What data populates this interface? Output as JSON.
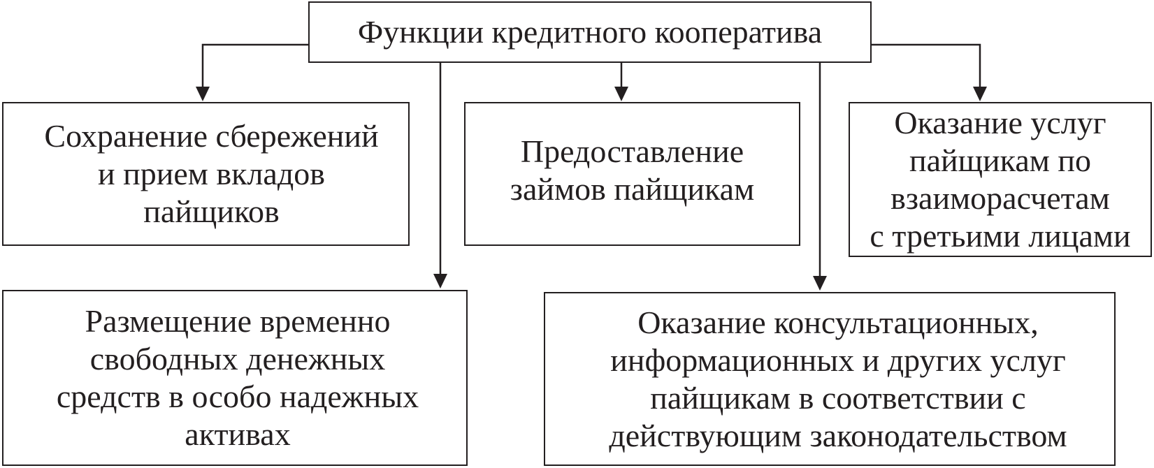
{
  "diagram": {
    "title": "Функции кредитного кооператива",
    "nodes": [
      {
        "id": "savings",
        "label": "Сохранение сбережений\nи прием вкладов\nпайщиков"
      },
      {
        "id": "loans",
        "label": "Предоставление\nзаймов пайщикам"
      },
      {
        "id": "settle",
        "label": "Оказание услуг\nпайщикам по\nвзаиморасчетам\nс третьими лицами"
      },
      {
        "id": "placement",
        "label": "Размещение временно\nсвободных денежных\nсредств в особо надежных\nактивах"
      },
      {
        "id": "consult",
        "label": "Оказание консультационных,\nинформационных и других услуг\nпайщикам в соответствии с\nдействующим законодательством"
      }
    ],
    "edges": [
      {
        "from": "root",
        "to": "savings"
      },
      {
        "from": "root",
        "to": "loans"
      },
      {
        "from": "root",
        "to": "settle"
      },
      {
        "from": "root",
        "to": "placement"
      },
      {
        "from": "root",
        "to": "consult"
      }
    ],
    "colors": {
      "line": "#231f20",
      "box_fill": "#ffffff"
    }
  }
}
